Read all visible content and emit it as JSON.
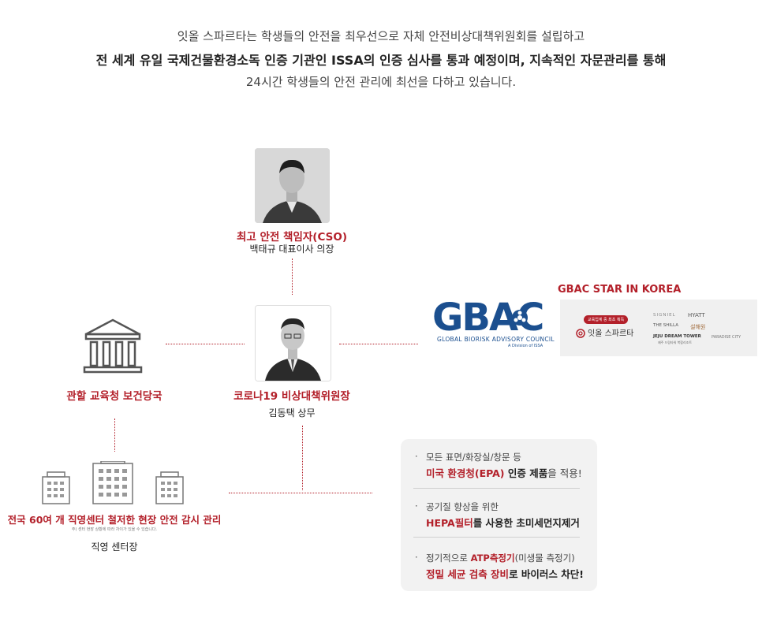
{
  "intro": {
    "line1": "잇올 스파르타는 학생들의 안전을 최우선으로 자체 안전비상대책위원회를 설립하고",
    "line2": "전 세계 유일 국제건물환경소독 인증 기관인 ISSA의 인증 심사를 통과 예정이며, 지속적인 자문관리를 통해",
    "line3": "24시간 학생들의 안전 관리에 최선을 다하고 있습니다."
  },
  "cso": {
    "title": "최고 안전 책임자(CSO)",
    "name": "백태규 대표이사 의장"
  },
  "committee": {
    "title": "코로나19 비상대책위원장",
    "name": "김동택 상무"
  },
  "authority": {
    "title": "관할 교육청 보건당국"
  },
  "centers": {
    "title": "전국 60여 개 직영센터 철저한 현장 안전 감시 관리",
    "note": "주) 센터 현장 상황에 따라 차이가 있을 수 있습니다.",
    "name": "직영 센터장"
  },
  "gbac": {
    "logo_text": "GBAC",
    "sub": "GLOBAL BIORISK ADVISORY COUNCIL",
    "division": "A Division of ISSA"
  },
  "star": {
    "title": "GBAC STAR IN KOREA",
    "badge": "교육업계 중 최초 획득",
    "brand": "잇올 스파르타",
    "logos": [
      "SIGNIEL",
      "HYATT",
      "THE SHILLA",
      "설해원",
      "JEJU DREAM TOWER",
      "제주 드림타워 복합리조트",
      "PARADISE CITY"
    ]
  },
  "panel": {
    "items": [
      {
        "line1": "모든 표면/화장실/창문 등",
        "em_red": "미국 환경청(EPA)",
        "em_bold": " 인증 제품",
        "em_tail": "을 적용!"
      },
      {
        "line1": "공기질 향상을 위한",
        "em_red": "HEPA필터",
        "em_bold": "를 사용한 초미세먼지제거",
        "em_tail": ""
      },
      {
        "line1_pre": "정기적으로 ",
        "line1_red": "ATP측정기",
        "line1_post": "(미생물 측정기)",
        "em_red": "정밀 세균 검측 장비",
        "em_bold": "로 바이러스 차단!",
        "em_tail": ""
      }
    ]
  },
  "colors": {
    "accent": "#b3202a",
    "gbac_blue": "#1b4f8f"
  }
}
